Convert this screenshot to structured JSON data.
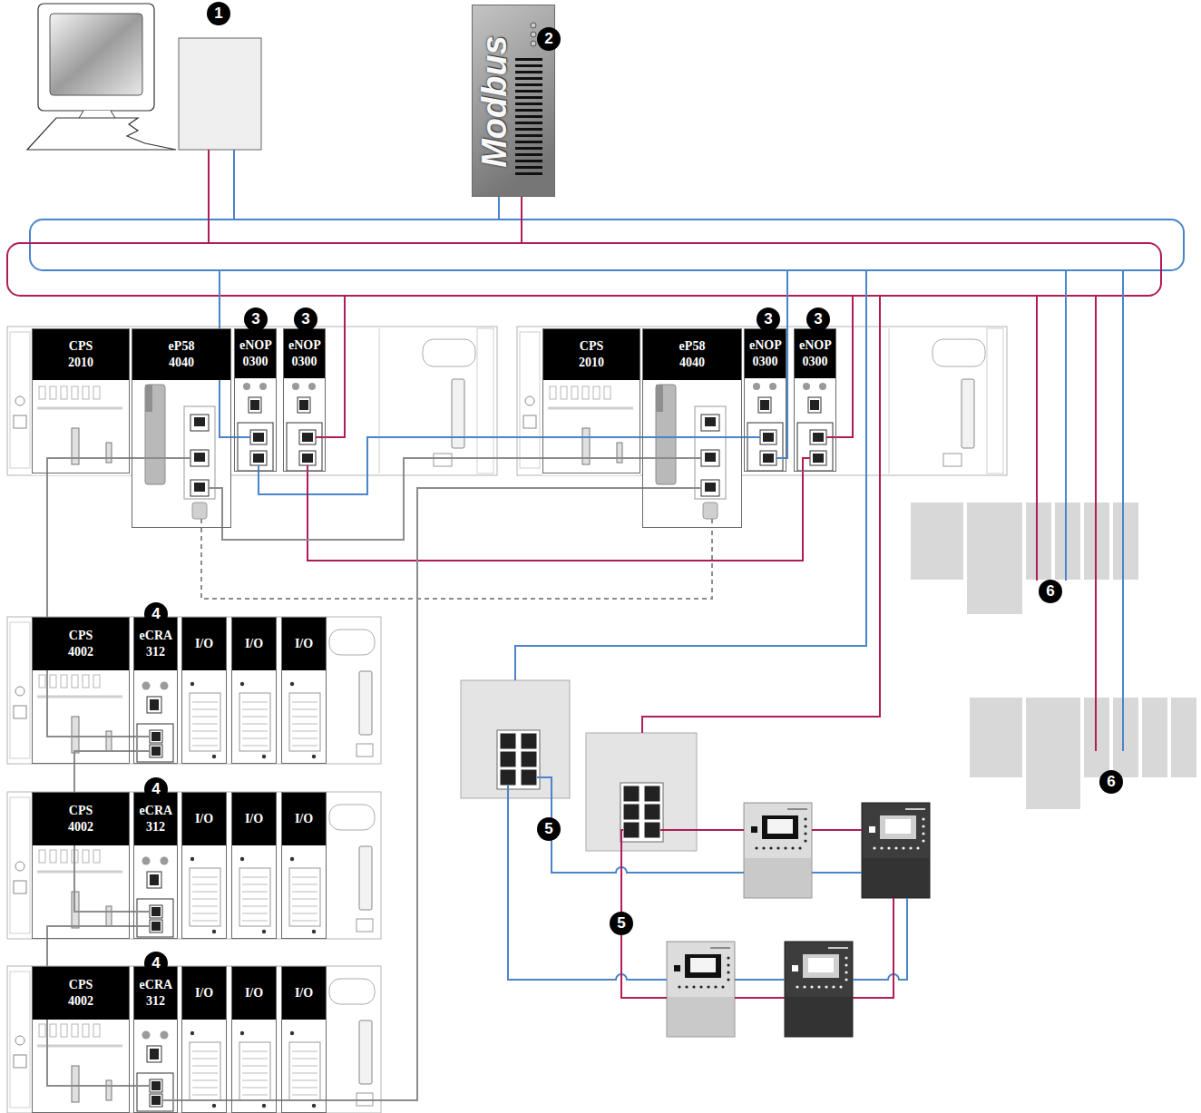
{
  "diagram": {
    "nodes": [
      {
        "text": [
          "Modbus"
        ]
      },
      {
        "text": [
          "CPS 2010"
        ]
      },
      {
        "text": [
          "eP58 4040"
        ]
      },
      {
        "text": [
          "eNOP 0300"
        ]
      },
      {
        "text": [
          "eNOP 0300"
        ]
      },
      {
        "text": [
          "CPS 2010"
        ]
      },
      {
        "text": [
          "eP58 4040"
        ]
      },
      {
        "text": [
          "eNOP 0300"
        ]
      },
      {
        "text": [
          "eNOP 0300"
        ]
      },
      {
        "text": [
          "CPS 4002"
        ]
      },
      {
        "text": [
          "eCRA 312"
        ]
      },
      {
        "text": [
          "I/O"
        ]
      },
      {
        "text": [
          "I/O"
        ]
      },
      {
        "text": [
          "I/O"
        ]
      },
      {
        "text": [
          "CPS 4002"
        ]
      },
      {
        "text": [
          "eCRA 312"
        ]
      },
      {
        "text": [
          "I/O"
        ]
      },
      {
        "text": [
          "I/O"
        ]
      },
      {
        "text": [
          "I/O"
        ]
      },
      {
        "text": [
          "CPS 4002"
        ]
      },
      {
        "text": [
          "eCRA 312"
        ]
      },
      {
        "text": [
          "I/O"
        ]
      },
      {
        "text": [
          "I/O"
        ]
      },
      {
        "text": [
          "I/O"
        ]
      }
    ],
    "edges": [
      {
        "from": 3,
        "to": 7,
        "arrow": "none"
      },
      {
        "from": 4,
        "to": 8,
        "arrow": "none"
      },
      {
        "from": 2,
        "to": 10,
        "arrow": "none"
      },
      {
        "from": 10,
        "to": 15,
        "arrow": "none"
      },
      {
        "from": 15,
        "to": 20,
        "arrow": "none"
      },
      {
        "from": 20,
        "to": 6,
        "arrow": "none"
      },
      {
        "from": 6,
        "to": 2,
        "arrow": "none"
      },
      {
        "from": 2,
        "to": 6,
        "arrow": "none"
      }
    ],
    "labels": [
      "1",
      "2",
      "3",
      "3",
      "3",
      "3",
      "6",
      "4",
      "6",
      "4",
      "5",
      "5",
      "4"
    ]
  }
}
